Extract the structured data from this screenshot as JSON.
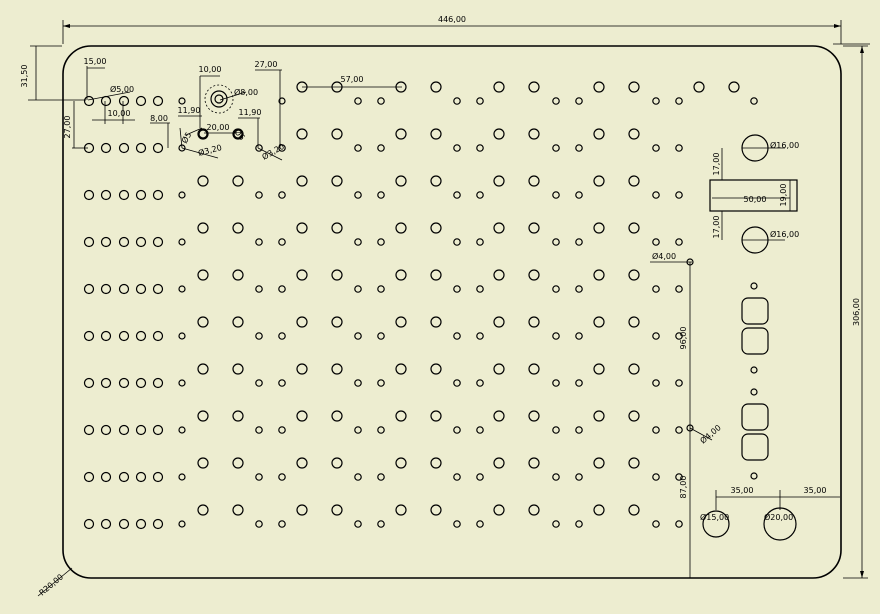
{
  "dimensions": {
    "overall_width": "446,00",
    "overall_height": "306,00",
    "corner_radius": "R20,00",
    "top_offset": "31,50",
    "left_offset": "15,00",
    "row_spacing_left": "27,00",
    "hole_dia_5": "Ø5,00",
    "spacing_10": "10,00",
    "spacing_8": "8,00",
    "spacing_11_90_a": "11,90",
    "spacing_11_90_b": "11,90",
    "spacing_20": "20,00",
    "dia_3_20": "Ø3,20",
    "dia_3_20_b": "Ø3,20",
    "dia_5_small": "Ø5",
    "dia_6": "Ø6",
    "center_spacing_10": "10,00",
    "dia_8": "Ø8,00",
    "spacing_27": "27,00",
    "spacing_57": "57,00",
    "dia_16_top": "Ø16,00",
    "dia_16_bottom": "Ø16,00",
    "slot_gap_top": "17,00",
    "slot_gap_bottom": "17,00",
    "slot_width": "50,00",
    "slot_height": "19,00",
    "dia_4_top": "Ø4,00",
    "dia_4_bottom": "Ø4,00",
    "vertical_96": "96,00",
    "vertical_87": "87,00",
    "spacing_35_a": "35,00",
    "spacing_35_b": "35,00",
    "dia_15": "Ø15,00",
    "dia_20": "Ø20,00"
  }
}
